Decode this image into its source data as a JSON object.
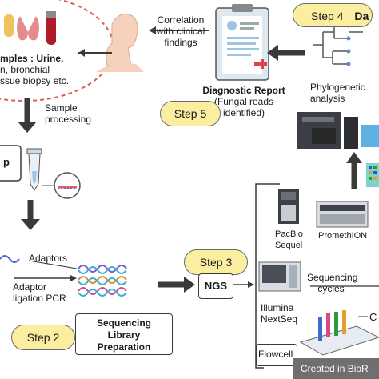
{
  "samples": {
    "lines": [
      "mples : Urine,",
      "n, bronchial",
      "ssue biopsy etc."
    ]
  },
  "correlation": {
    "lines": [
      "Correlation",
      "with clinical",
      "findings"
    ]
  },
  "step4": {
    "label": "Step 4",
    "tail": "Da"
  },
  "diagnostic": {
    "title": "Diagnostic Report",
    "sub": [
      "(Fungal reads",
      "identified)"
    ]
  },
  "step5": {
    "label": "Step 5"
  },
  "phylo": {
    "lines": [
      "Phylogenetic",
      "analysis"
    ]
  },
  "sample_processing": {
    "lines": [
      "Sample",
      "processing"
    ]
  },
  "left_box": {
    "label": "p"
  },
  "promethion": {
    "label": "PromethION"
  },
  "pacbio": {
    "lines": [
      "PacBio",
      "Sequel"
    ]
  },
  "adaptors": {
    "label": "Adaptors"
  },
  "adaptor_pcr": {
    "lines": [
      "Adaptor",
      "ligation PCR"
    ]
  },
  "step3": {
    "label": "Step 3"
  },
  "ngs": {
    "label": "NGS"
  },
  "sequencing_cycles": {
    "lines": [
      "Sequencing",
      "cycles"
    ]
  },
  "illumina": {
    "lines": [
      "Illumina",
      "NextSeq"
    ]
  },
  "step2": {
    "label": "Step 2"
  },
  "library": {
    "lines": [
      "Sequencing",
      "Library",
      "Preparation"
    ]
  },
  "flowcell": {
    "label": "Flowcell"
  },
  "right_cut": {
    "label": "C"
  },
  "footer": {
    "label": "Created in BioR"
  },
  "colors": {
    "step_fill": "#fbeea0",
    "arrow": "#3a3a3a",
    "circle_border": "#e05a5a"
  }
}
